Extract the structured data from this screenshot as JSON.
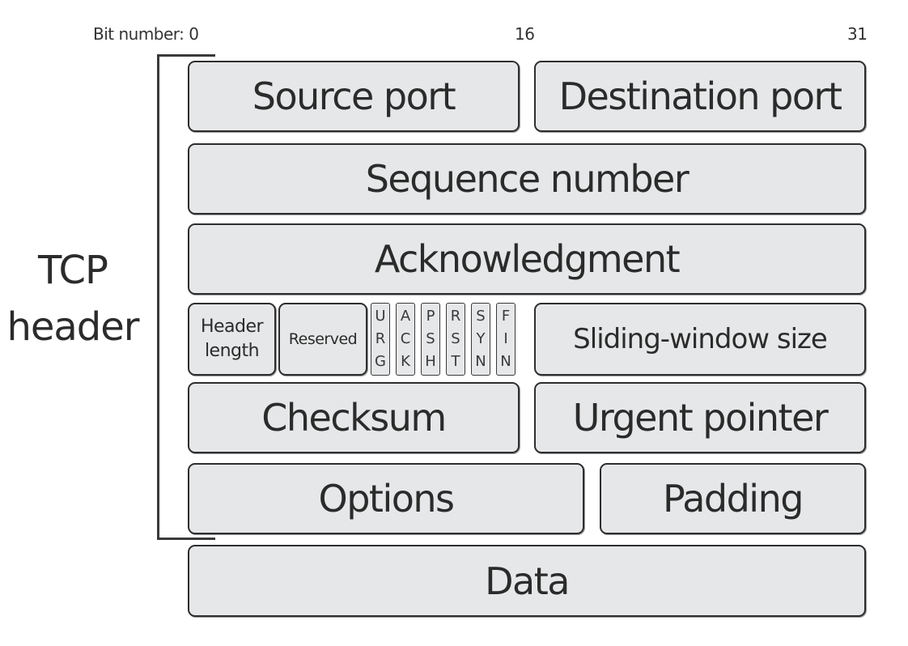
{
  "bit_numbers": {
    "start": "Bit number: 0",
    "middle": "16",
    "end": "31"
  },
  "header_label": {
    "line1": "TCP",
    "line2": "header"
  },
  "fields": {
    "source_port": "Source port",
    "destination_port": "Destination port",
    "sequence_number": "Sequence number",
    "acknowledgment": "Acknowledgment",
    "header_length_line1": "Header",
    "header_length_line2": "length",
    "reserved": "Reserved",
    "sliding_window_size": "Sliding-window size",
    "checksum": "Checksum",
    "urgent_pointer": "Urgent pointer",
    "options": "Options",
    "padding": "Padding",
    "data": "Data"
  },
  "flags": [
    {
      "letters": [
        "U",
        "R",
        "G"
      ]
    },
    {
      "letters": [
        "A",
        "C",
        "K"
      ]
    },
    {
      "letters": [
        "P",
        "S",
        "H"
      ]
    },
    {
      "letters": [
        "R",
        "S",
        "T"
      ]
    },
    {
      "letters": [
        "S",
        "Y",
        "N"
      ]
    },
    {
      "letters": [
        "F",
        "I",
        "N"
      ]
    }
  ]
}
